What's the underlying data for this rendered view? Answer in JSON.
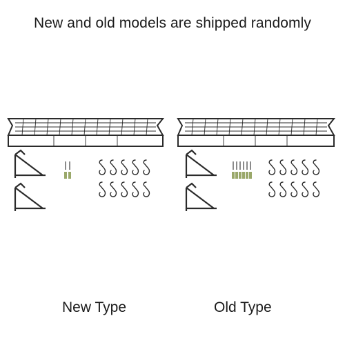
{
  "headline": "New and old models are shipped randomly",
  "variants": [
    {
      "label": "New Type",
      "screws": 2,
      "anchors": 2,
      "hooks": 10,
      "brackets": 2
    },
    {
      "label": "Old Type",
      "screws": 6,
      "anchors": 6,
      "hooks": 10,
      "brackets": 2
    }
  ],
  "colors": {
    "metal": "#2b2b2b",
    "anchor": "#9aa86a",
    "screw": "#6e6e6e",
    "text": "#1a1a1a"
  }
}
